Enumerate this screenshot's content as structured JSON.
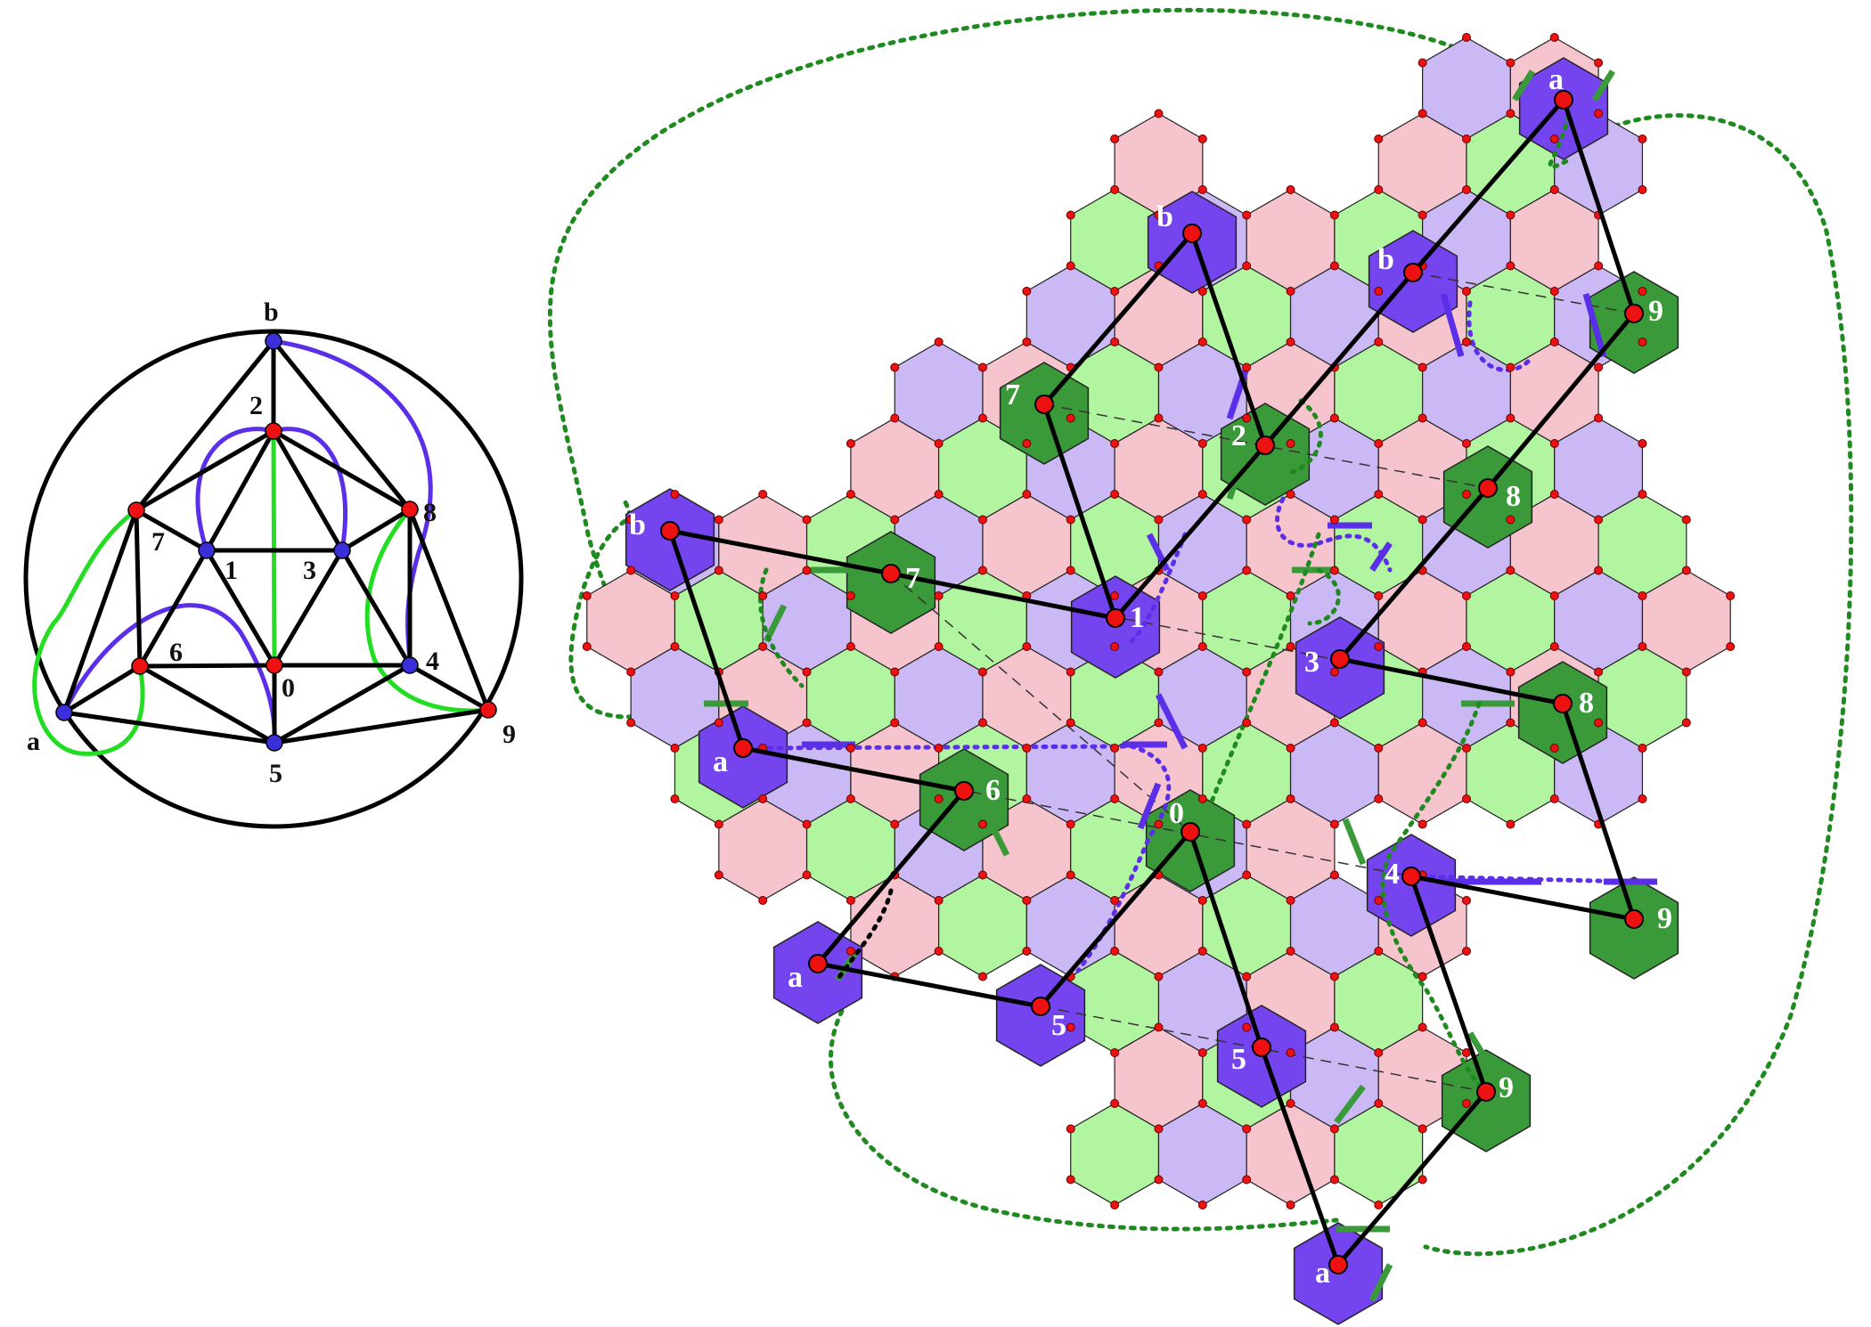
{
  "colors": {
    "pink": "#f6c4cd",
    "green": "#b2f5a0",
    "lavender": "#cbb9f6",
    "dark_green": "#3a9a3a",
    "purple": "#7444ee",
    "red_vertex": "#ee1111",
    "blue_vertex": "#3a2fd8",
    "edge_blue": "#5b2ee8",
    "edge_green": "#22dd22",
    "dotted_green": "#1f8a1f"
  },
  "left_graph": {
    "labels": {
      "b": "b",
      "2": "2",
      "7": "7",
      "1": "1",
      "3": "3",
      "8": "8",
      "6": "6",
      "0": "0",
      "4": "4",
      "a": "a",
      "5": "5",
      "9": "9"
    }
  },
  "tiling": {
    "labels": {
      "a_top": "a",
      "b_top_left": "b",
      "b_upper": "b",
      "nine_upper": "9",
      "seven_upper": "7",
      "two": "2",
      "eight_upper": "8",
      "b_left": "b",
      "seven_left": "7",
      "one": "1",
      "three": "3",
      "eight_right": "8",
      "a_left": "a",
      "six": "6",
      "zero": "0",
      "four": "4",
      "nine_right": "9",
      "a_lower_left": "a",
      "five_lower": "5",
      "five_bottom": "5",
      "nine_bottom": "9",
      "a_bottom": "a"
    }
  }
}
